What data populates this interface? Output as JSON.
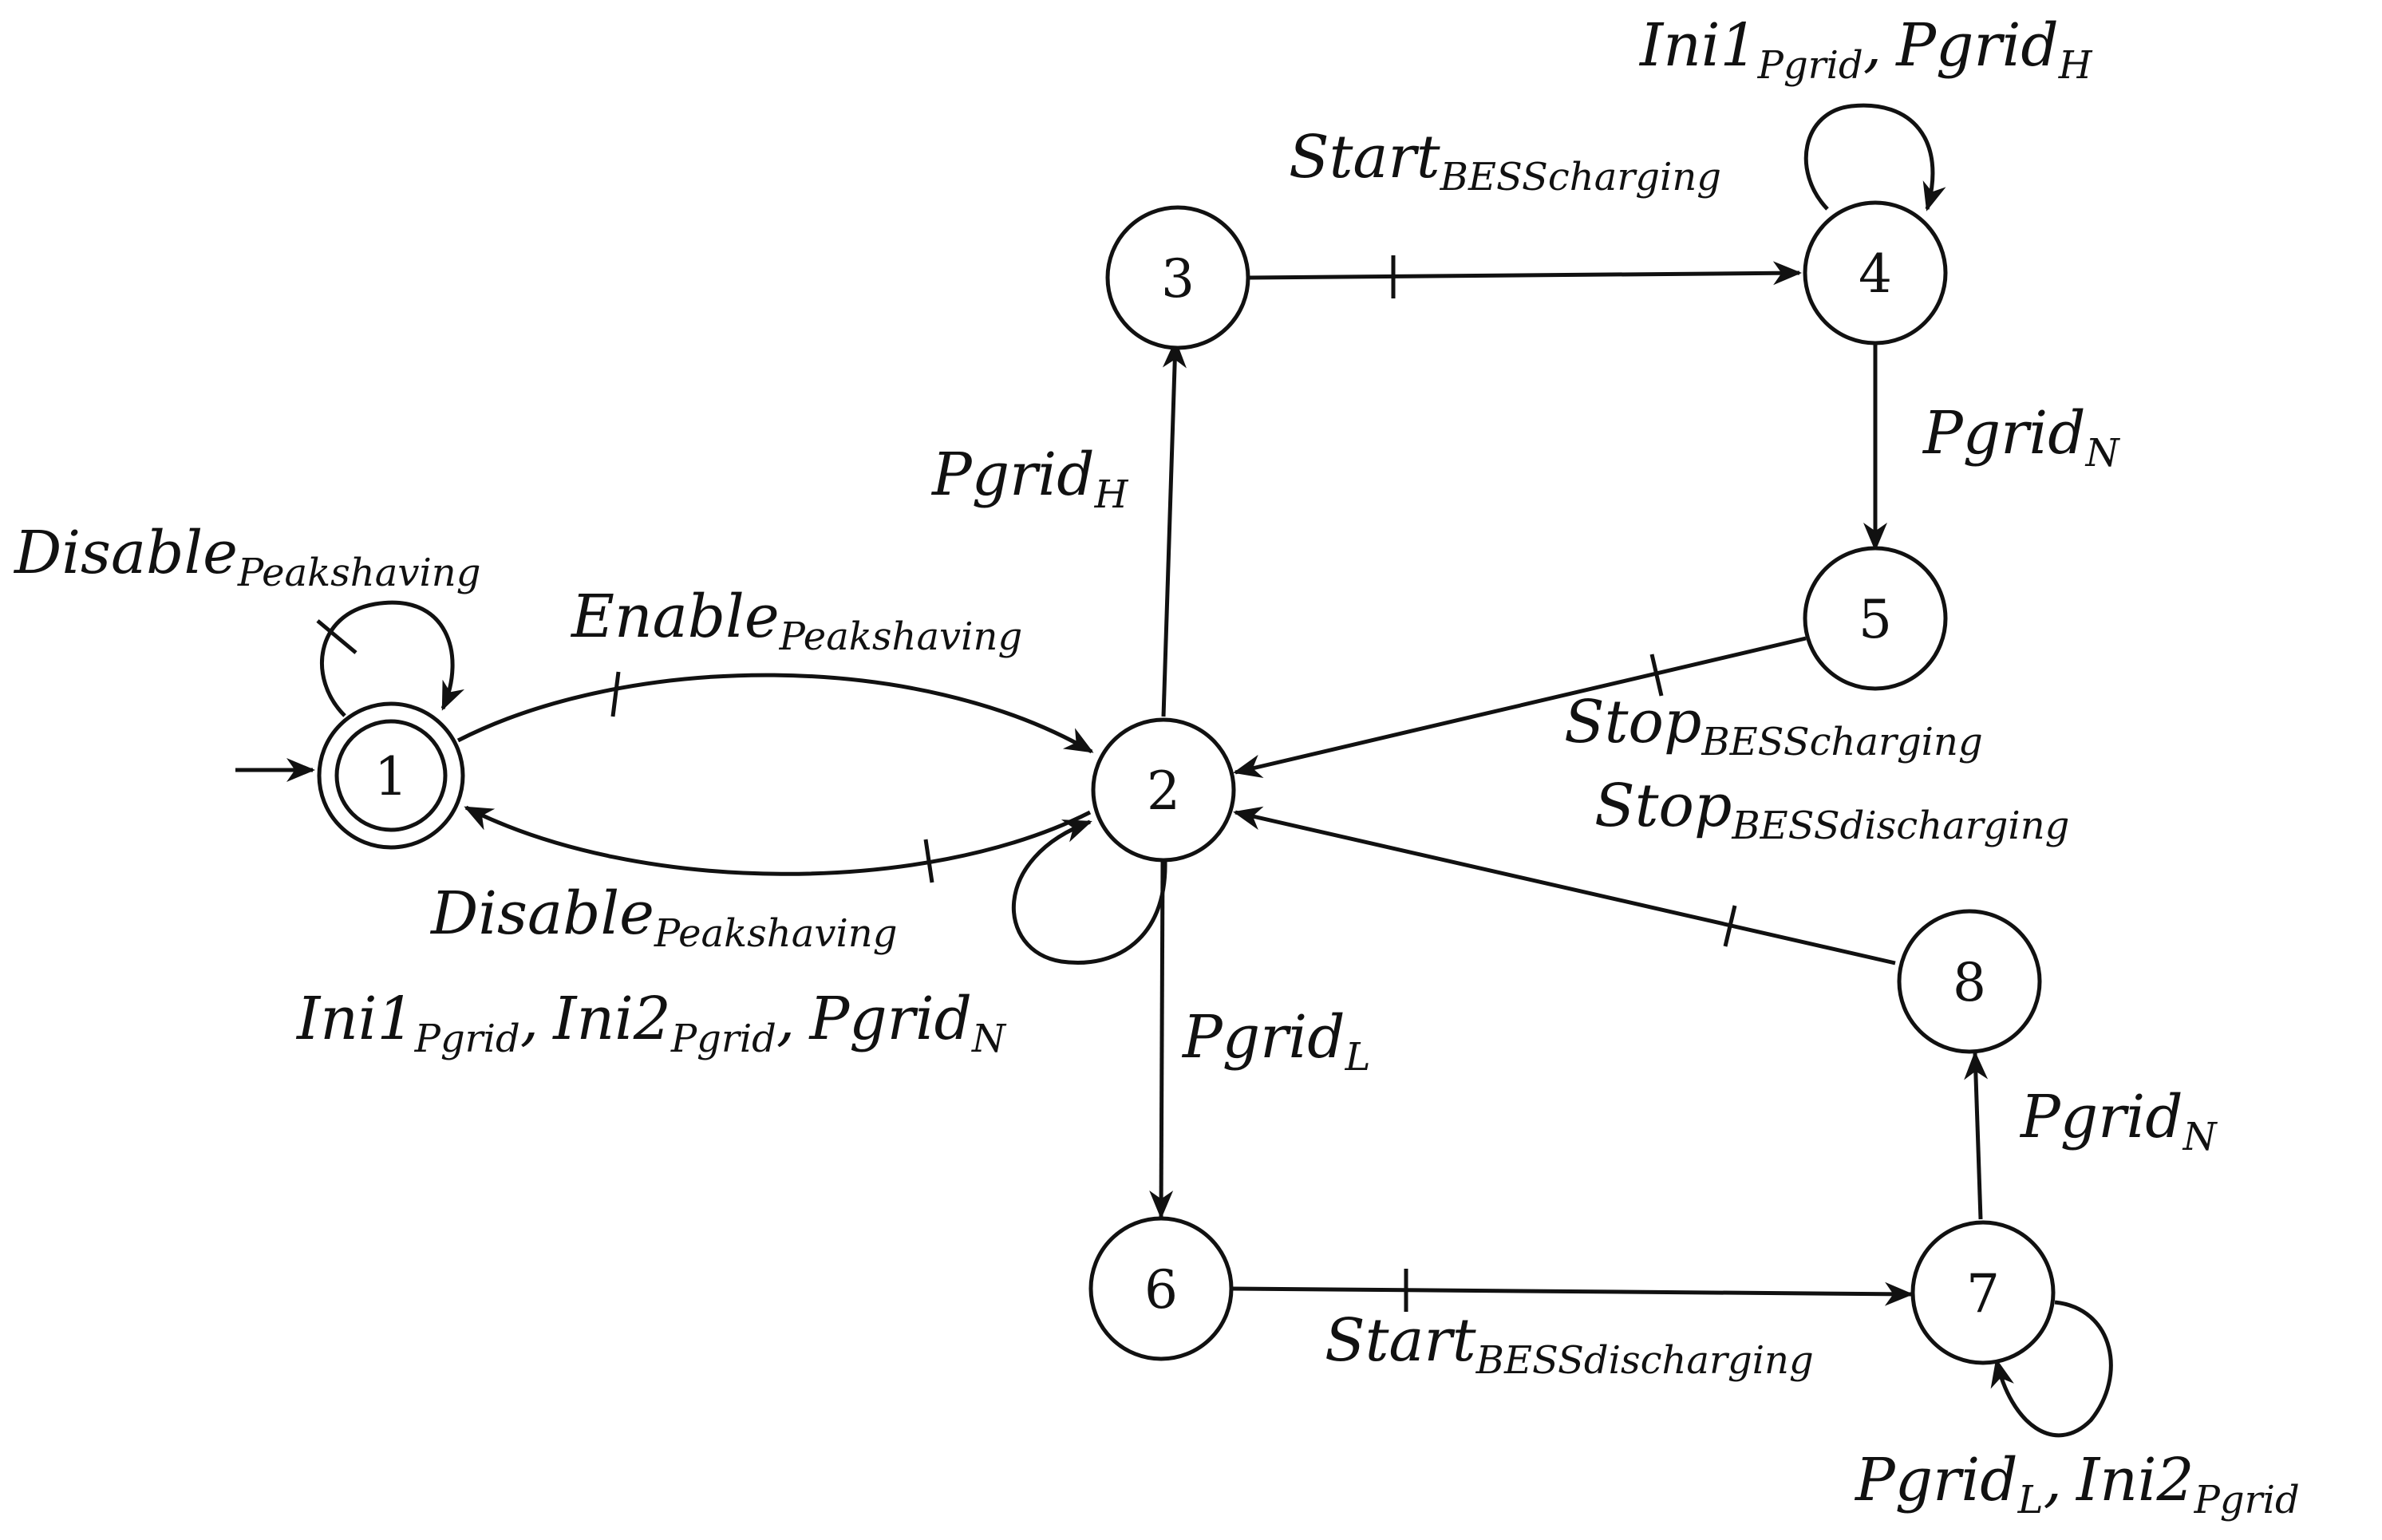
{
  "states": [
    {
      "id": "1",
      "label": "1",
      "initial": true,
      "marked": true
    },
    {
      "id": "2",
      "label": "2"
    },
    {
      "id": "3",
      "label": "3"
    },
    {
      "id": "4",
      "label": "4"
    },
    {
      "id": "5",
      "label": "5"
    },
    {
      "id": "6",
      "label": "6"
    },
    {
      "id": "7",
      "label": "7"
    },
    {
      "id": "8",
      "label": "8"
    }
  ],
  "transitions": [
    {
      "from": "1",
      "to": "1",
      "events": [
        {
          "base": "Disable",
          "sub": "Peakshaving"
        }
      ],
      "controllable": true
    },
    {
      "from": "1",
      "to": "2",
      "events": [
        {
          "base": "Enable",
          "sub": "Peakshaving"
        }
      ],
      "controllable": true
    },
    {
      "from": "2",
      "to": "1",
      "events": [
        {
          "base": "Disable",
          "sub": "Peakshaving"
        }
      ],
      "controllable": true
    },
    {
      "from": "2",
      "to": "2",
      "events": [
        {
          "base": "Ini1",
          "sub": "Pgrid"
        },
        {
          "base": "Ini2",
          "sub": "Pgrid"
        },
        {
          "base": "Pgrid",
          "sub": "N"
        }
      ],
      "controllable": false
    },
    {
      "from": "2",
      "to": "3",
      "events": [
        {
          "base": "Pgrid",
          "sub": "H"
        }
      ],
      "controllable": false
    },
    {
      "from": "3",
      "to": "4",
      "events": [
        {
          "base": "Start",
          "sub": "BESScharging"
        }
      ],
      "controllable": true
    },
    {
      "from": "4",
      "to": "4",
      "events": [
        {
          "base": "Ini1",
          "sub": "Pgrid"
        },
        {
          "base": "Pgrid",
          "sub": "H"
        }
      ],
      "controllable": false
    },
    {
      "from": "4",
      "to": "5",
      "events": [
        {
          "base": "Pgrid",
          "sub": "N"
        }
      ],
      "controllable": false
    },
    {
      "from": "5",
      "to": "2",
      "events": [
        {
          "base": "Stop",
          "sub": "BESScharging"
        }
      ],
      "controllable": true
    },
    {
      "from": "2",
      "to": "6",
      "events": [
        {
          "base": "Pgrid",
          "sub": "L"
        }
      ],
      "controllable": false
    },
    {
      "from": "6",
      "to": "7",
      "events": [
        {
          "base": "Start",
          "sub": "BESSdischarging"
        }
      ],
      "controllable": true
    },
    {
      "from": "7",
      "to": "7",
      "events": [
        {
          "base": "Pgrid",
          "sub": "L"
        },
        {
          "base": "Ini2",
          "sub": "Pgrid"
        }
      ],
      "controllable": false
    },
    {
      "from": "7",
      "to": "8",
      "events": [
        {
          "base": "Pgrid",
          "sub": "N"
        }
      ],
      "controllable": false
    },
    {
      "from": "8",
      "to": "2",
      "events": [
        {
          "base": "Stop",
          "sub": "BESSdischarging"
        }
      ],
      "controllable": true
    }
  ],
  "labels": {
    "loop1": {
      "base": "Disable",
      "sub": "Peakshaving"
    },
    "e12": {
      "base": "Enable",
      "sub": "Peakshaving"
    },
    "e21": {
      "base": "Disable",
      "sub": "Peakshaving"
    },
    "loop2": {
      "a": "Ini1",
      "a_sub": "Pgrid",
      "sep1": ",",
      "b": "Ini2",
      "b_sub": "Pgrid",
      "sep2": ",",
      "c": "Pgrid",
      "c_sub": "N"
    },
    "e23": {
      "base": "Pgrid",
      "sub": "H"
    },
    "e34": {
      "base": "Start",
      "sub": "BESScharging"
    },
    "loop4": {
      "a": "Ini1",
      "a_sub": "Pgrid",
      "sep": ",",
      "b": "Pgrid",
      "b_sub": "H"
    },
    "e45": {
      "base": "Pgrid",
      "sub": "N"
    },
    "e52": {
      "base": "Stop",
      "sub": "BESScharging"
    },
    "e82": {
      "base": "Stop",
      "sub": "BESSdischarging"
    },
    "e26": {
      "base": "Pgrid",
      "sub": "L"
    },
    "e67": {
      "base": "Start",
      "sub": "BESSdischarging"
    },
    "e78": {
      "base": "Pgrid",
      "sub": "N"
    },
    "loop7": {
      "a": "Pgrid",
      "a_sub": "L",
      "sep": ",",
      "b": "Ini2",
      "b_sub": "Pgrid"
    }
  },
  "colors": {
    "stroke": "#111111",
    "background": "#ffffff"
  }
}
